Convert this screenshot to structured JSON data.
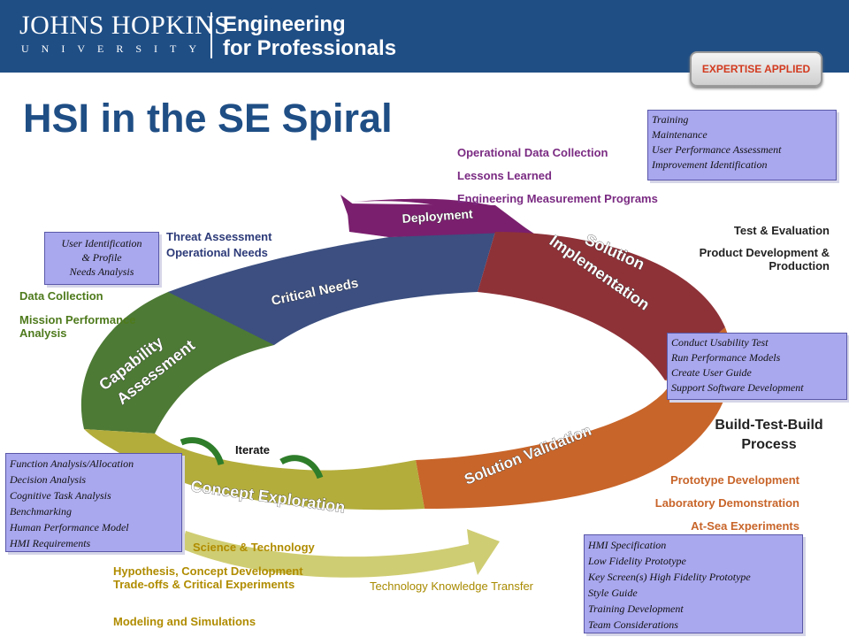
{
  "header": {
    "institution": "JOHNS HOPKINS",
    "university": "UNIVERSITY",
    "program_line1": "Engineering",
    "program_line2": "for Professionals",
    "badge": "EXPERTISE APPLIED"
  },
  "title": "HSI in the SE Spiral",
  "spiral_segments": [
    {
      "label": "Deployment",
      "color": "#7a1f6e"
    },
    {
      "label": "Solution Implementation",
      "color": "#8e3238"
    },
    {
      "label": "Solution Validation",
      "color": "#c8652a"
    },
    {
      "label": "Concept Exploration",
      "color": "#b3ad3c"
    },
    {
      "label": "Capability Assessment",
      "color": "#4d7a35"
    },
    {
      "label": "Critical Needs",
      "color": "#3c4f80"
    }
  ],
  "iterate_label": "Iterate",
  "build_test": "Build-Test-Build Process",
  "labels": {
    "deployment": [
      "Operational Data Collection",
      "Lessons Learned",
      "Engineering Measurement Programs"
    ],
    "implementation": [
      "Test & Evaluation",
      "Product Development & Production"
    ],
    "critical_needs": [
      "Threat Assessment",
      "Operational Needs"
    ],
    "capability": [
      "Data Collection",
      "Mission Performance Analysis"
    ],
    "validation": [
      "Prototype Development",
      "Laboratory Demonstration",
      "At-Sea Experiments"
    ],
    "concept": [
      "Science & Technology",
      "Hypothesis, Concept Development Trade-offs & Critical Experiments",
      "Modeling and Simulations"
    ],
    "tech_transfer": "Technology Knowledge Transfer"
  },
  "boxes": {
    "training": [
      "Training",
      "Maintenance",
      "User Performance Assessment",
      "Improvement Identification"
    ],
    "user_id": [
      "User Identification",
      "& Profile",
      "Needs Analysis"
    ],
    "usability": [
      "Conduct Usability Test",
      "Run Performance Models",
      "Create User Guide",
      "Support Software Development"
    ],
    "function": [
      "Function Analysis/Allocation",
      "Decision Analysis",
      "Cognitive Task Analysis",
      "Benchmarking",
      "Human Performance Model",
      "HMI Requirements"
    ],
    "hmi": [
      "HMI Specification",
      "Low Fidelity Prototype",
      "Key Screen(s) High Fidelity Prototype",
      "Style Guide",
      "Training Development",
      "Team Considerations"
    ]
  }
}
